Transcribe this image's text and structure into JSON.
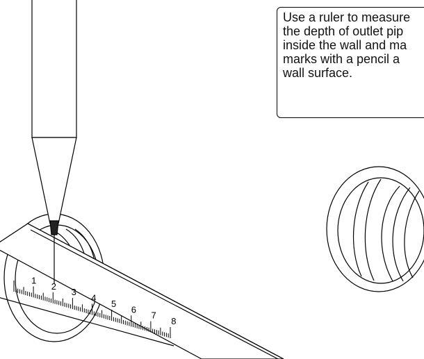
{
  "instruction": {
    "lines": [
      "Use a ruler to measure",
      "the depth of outlet pip",
      "inside the wall and ma",
      "marks with a pencil a",
      "wall surface."
    ]
  },
  "ruler": {
    "numbers": [
      "1",
      "2",
      "3",
      "4",
      "5",
      "6",
      "7",
      "8"
    ]
  },
  "colors": {
    "line": "#000000",
    "background": "#ffffff",
    "pencil_tip": "#222222"
  }
}
